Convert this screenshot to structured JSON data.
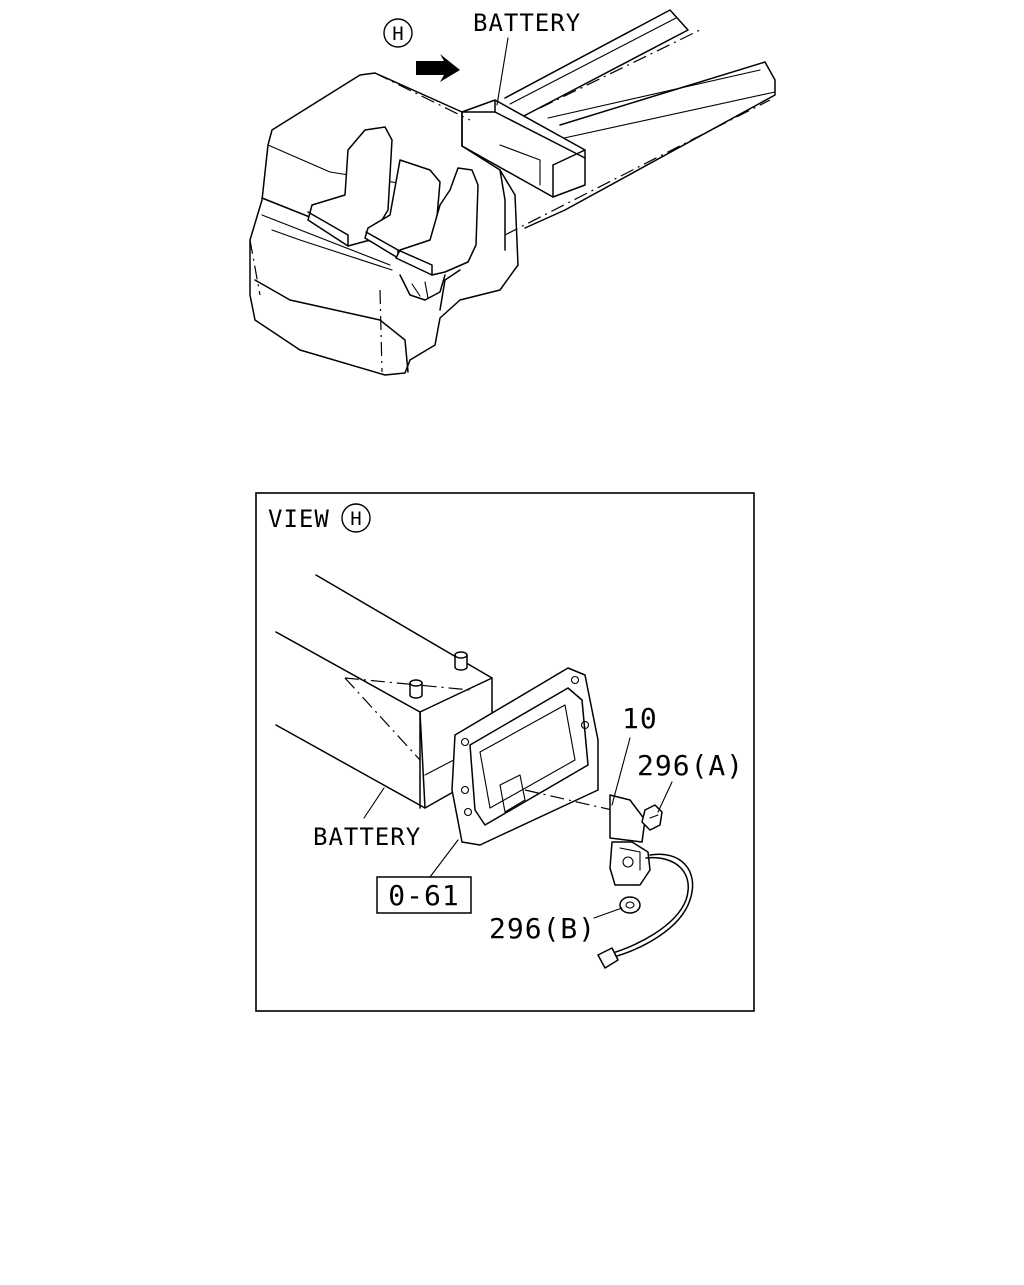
{
  "overview": {
    "view_marker": "H",
    "battery_label": "BATTERY"
  },
  "detail": {
    "view_title": "VIEW",
    "view_marker": "H",
    "battery_label": "BATTERY",
    "ref_box": "0-61",
    "callouts": {
      "part_10": "10",
      "part_296a": "296(A)",
      "part_296b": "296(B)"
    }
  }
}
